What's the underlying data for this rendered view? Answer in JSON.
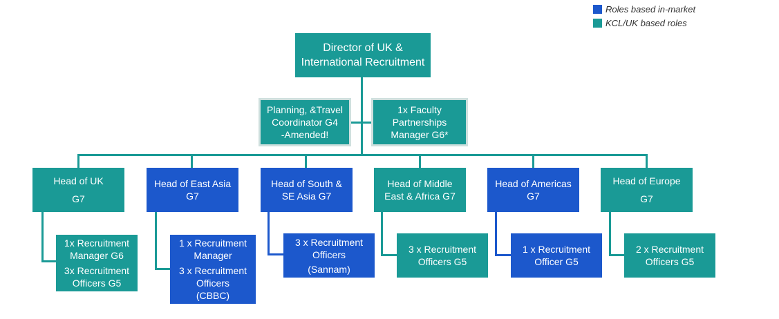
{
  "legend": [
    {
      "label": "Roles based in-market",
      "color": "#1c58cc"
    },
    {
      "label": "KCL/UK based roles",
      "color": "#1a9a96"
    }
  ],
  "director": {
    "lines": [
      "Director of UK &",
      "International Recruitment"
    ]
  },
  "support": {
    "left": {
      "lines": [
        "Planning, &Travel",
        "Coordinator G4",
        "-Amended!"
      ]
    },
    "right": {
      "lines": [
        "1x Faculty",
        "Partnerships",
        "Manager G6*"
      ]
    }
  },
  "heads": [
    {
      "lines": [
        "Head of UK",
        "G7"
      ],
      "type": "uk"
    },
    {
      "lines": [
        "Head of  East Asia",
        "G7"
      ],
      "type": "market"
    },
    {
      "lines": [
        "Head of  South &",
        "SE Asia G7"
      ],
      "type": "market"
    },
    {
      "lines": [
        "Head of  Middle",
        "East & Africa G7"
      ],
      "type": "uk"
    },
    {
      "lines": [
        "Head of  Americas",
        "G7"
      ],
      "type": "market"
    },
    {
      "lines": [
        "Head of Europe",
        "G7"
      ],
      "type": "uk"
    }
  ],
  "teams": [
    {
      "lines": [
        "1x Recruitment",
        "Manager G6",
        "3x Recruitment",
        "Officers G5"
      ],
      "type": "uk"
    },
    {
      "lines": [
        "1 x Recruitment",
        "Manager",
        "3 x Recruitment",
        "Officers",
        "(CBBC)"
      ],
      "type": "market"
    },
    {
      "lines": [
        "3 x Recruitment",
        "Officers",
        "(Sannam)"
      ],
      "type": "market"
    },
    {
      "lines": [
        "3 x Recruitment",
        "Officers G5"
      ],
      "type": "uk"
    },
    {
      "lines": [
        "1 x Recruitment",
        "Officer G5"
      ],
      "type": "market"
    },
    {
      "lines": [
        "2 x Recruitment",
        "Officers G5"
      ],
      "type": "uk"
    }
  ]
}
